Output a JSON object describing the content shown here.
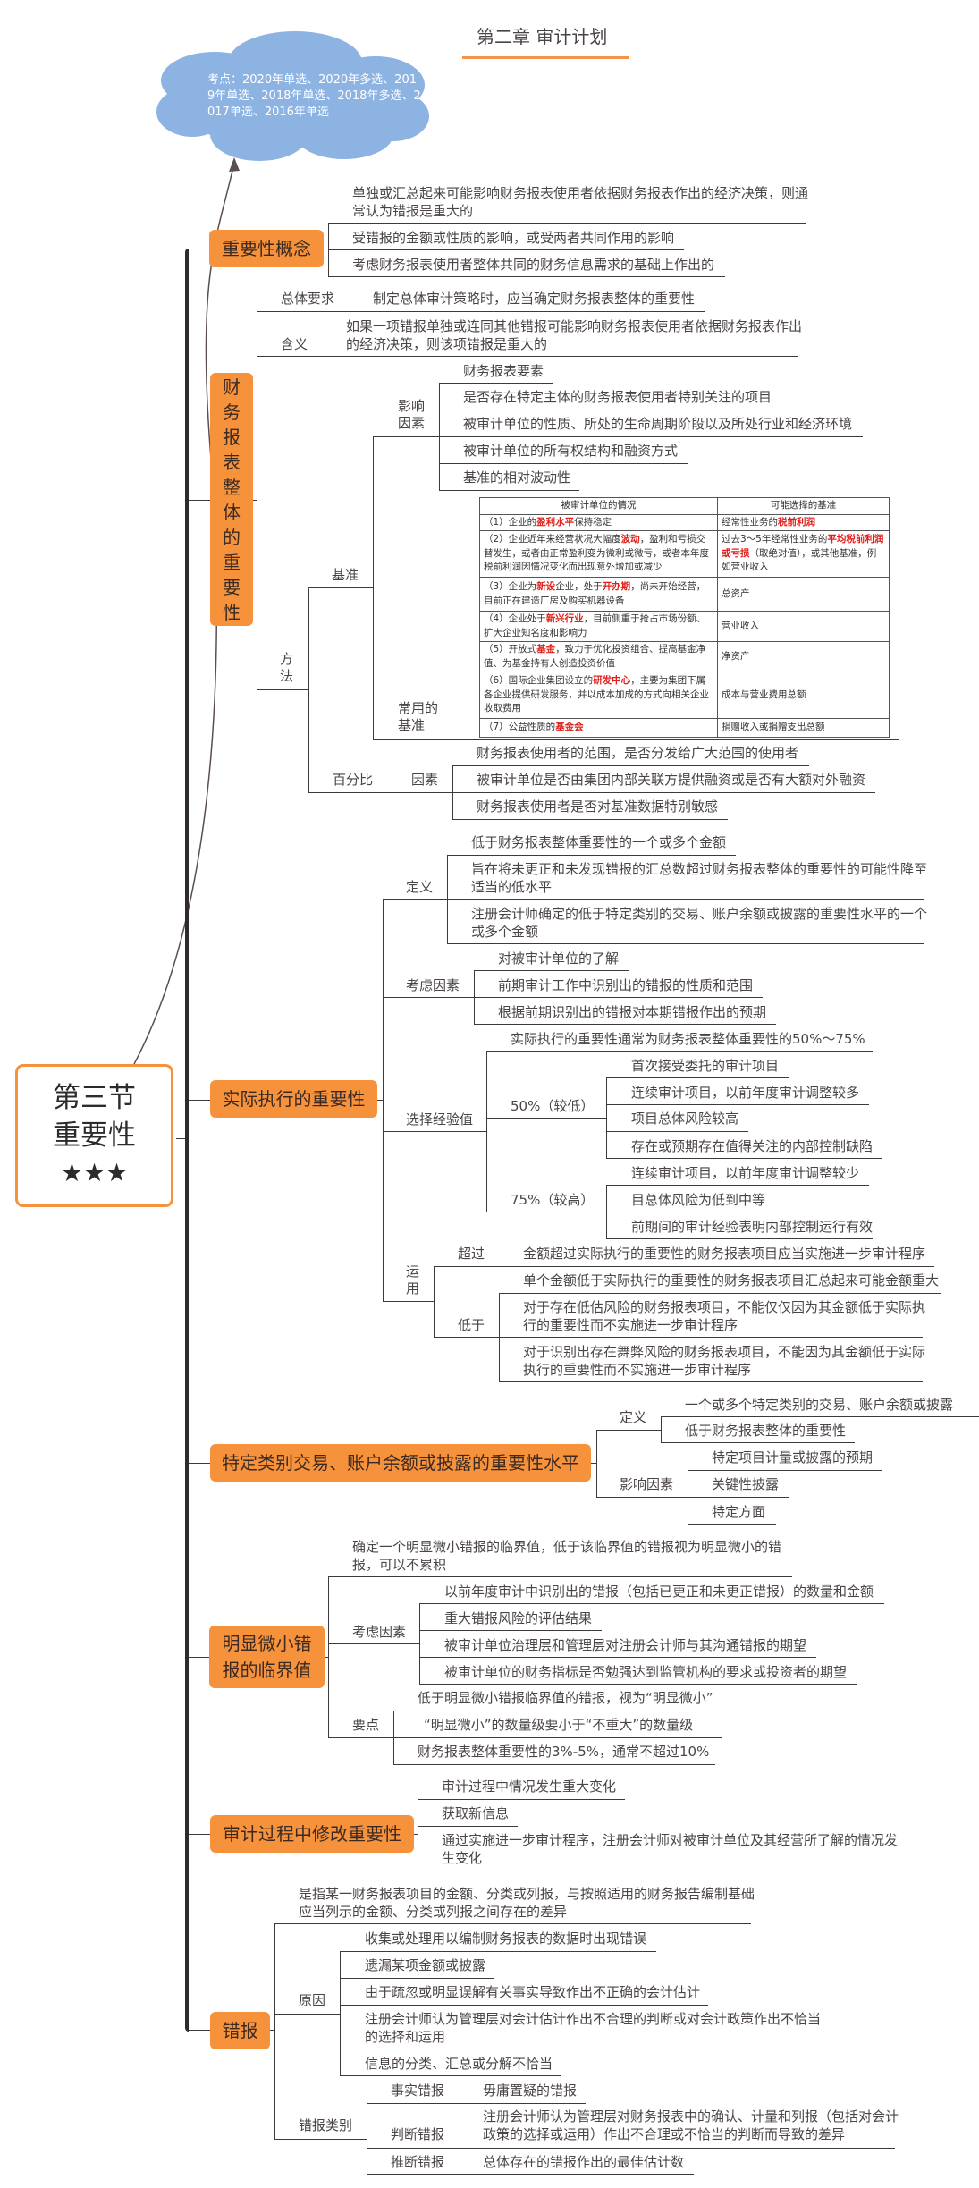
{
  "title": "第二章 审计计划",
  "cloud": {
    "text": "考点：2020年单选、2020年多选、2019年单选、2018年单选、2018年多选、2017单选、2016年单选"
  },
  "root": {
    "line1": "第三节",
    "line2": "重要性",
    "stars": "★★★"
  },
  "colors": {
    "node": "#f7923c",
    "cloud": "#8db3e2",
    "root_border": "#f7923c",
    "highlight": "#e0201a",
    "spine": "#2f2a2e"
  },
  "concept": {
    "label": "重要性概念",
    "items": [
      "单独或汇总起来可能影响财务报表使用者依据财务报表作出的经济决策，则通常认为错报是重大的",
      "受错报的金额或性质的影响，或受两者共同作用的影响",
      "考虑财务报表使用者整体共同的财务信息需求的基础上作出的"
    ]
  },
  "overall": {
    "label": "财务报表整体的重要性",
    "general": {
      "label": "总体要求",
      "text": "制定总体审计策略时，应当确定财务报表整体的重要性"
    },
    "meaning": {
      "label": "含义",
      "text": "如果一项错报单独或连同其他错报可能影响财务报表使用者依据财务报表作出的经济决策，则该项错报是重大的"
    },
    "method": {
      "label": "方法",
      "benchmark": {
        "label": "基准",
        "factors": {
          "label": "影响因素",
          "items": [
            "财务报表要素",
            "是否存在特定主体的财务报表使用者特别关注的项目",
            "被审计单位的性质、所处的生命周期阶段以及所处行业和经济环境",
            "被审计单位的所有权结构和融资方式",
            "基准的相对波动性"
          ]
        },
        "common": {
          "label": "常用的基准",
          "table": {
            "headers": [
              "被审计单位的情况",
              "可能选择的基准"
            ],
            "rows": [
              [
                [
                  {
                    "t": "（1）企业的"
                  },
                  {
                    "t": "盈利水平",
                    "red": true
                  },
                  {
                    "t": "保持稳定"
                  }
                ],
                [
                  {
                    "t": "经常性业务的"
                  },
                  {
                    "t": "税前利润",
                    "red": true
                  }
                ]
              ],
              [
                [
                  {
                    "t": "（2）企业近年来经营状况大幅度"
                  },
                  {
                    "t": "波动",
                    "red": true
                  },
                  {
                    "t": "，盈利和亏损交替发生，或者由正常盈利变为微利或微亏，或者本年度税前利润因情况变化而出现意外增加或减少"
                  }
                ],
                [
                  {
                    "t": "过去3～5年经常性业务的"
                  },
                  {
                    "t": "平均税前利润或亏损",
                    "red": true
                  },
                  {
                    "t": "（取绝对值），或其他基准，例如营业收入"
                  }
                ]
              ],
              [
                [
                  {
                    "t": "（3）企业为"
                  },
                  {
                    "t": "新设",
                    "red": true
                  },
                  {
                    "t": "企业，处于"
                  },
                  {
                    "t": "开办期",
                    "red": true
                  },
                  {
                    "t": "，尚未开始经营，目前正在建造厂房及购买机器设备"
                  }
                ],
                [
                  {
                    "t": "总资产"
                  }
                ]
              ],
              [
                [
                  {
                    "t": "（4）企业处于"
                  },
                  {
                    "t": "新兴行业",
                    "red": true
                  },
                  {
                    "t": "，目前侧重于抢占市场份额、扩大企业知名度和影响力"
                  }
                ],
                [
                  {
                    "t": "营业收入"
                  }
                ]
              ],
              [
                [
                  {
                    "t": "（5）开放式"
                  },
                  {
                    "t": "基金",
                    "red": true
                  },
                  {
                    "t": "，致力于优化投资组合、提高基金净值、为基金持有人创造投资价值"
                  }
                ],
                [
                  {
                    "t": "净资产"
                  }
                ]
              ],
              [
                [
                  {
                    "t": "（6）国际企业集团设立的"
                  },
                  {
                    "t": "研发中心",
                    "red": true
                  },
                  {
                    "t": "，主要为集团下属各企业提供研发服务，并以成本加成的方式向相关企业收取费用"
                  }
                ],
                [
                  {
                    "t": "成本与营业费用总额"
                  }
                ]
              ],
              [
                [
                  {
                    "t": "（7）公益性质的"
                  },
                  {
                    "t": "基金会",
                    "red": true
                  }
                ],
                [
                  {
                    "t": "捐赠收入或捐赠支出总额"
                  }
                ]
              ]
            ]
          }
        }
      },
      "percentage": {
        "label": "百分比",
        "factors": {
          "label": "因素",
          "items": [
            "财务报表使用者的范围，是否分发给广大范围的使用者",
            "被审计单位是否由集团内部关联方提供融资或是否有大额对外融资",
            "财务报表使用者是否对基准数据特别敏感"
          ]
        }
      }
    }
  },
  "actual": {
    "label": "实际执行的重要性",
    "definition": {
      "label": "定义",
      "items": [
        "低于财务报表整体重要性的一个或多个金额",
        "旨在将未更正和未发现错报的汇总数超过财务报表整体的重要性的可能性降至适当的低水平",
        "注册会计师确定的低于特定类别的交易、账户余额或披露的重要性水平的一个或多个金额"
      ]
    },
    "considerations": {
      "label": "考虑因素",
      "items": [
        "对被审计单位的了解",
        "前期审计工作中识别出的错报的性质和范围",
        "根据前期识别出的错报对本期错报作出的预期"
      ]
    },
    "empirical": {
      "label": "选择经验值",
      "intro": "实际执行的重要性通常为财务报表整体重要性的50%～75%",
      "low": {
        "label": "50%（较低）",
        "items": [
          "首次接受委托的审计项目",
          "连续审计项目，以前年度审计调整较多",
          "项目总体风险较高",
          "存在或预期存在值得关注的内部控制缺陷"
        ]
      },
      "high": {
        "label": "75%（较高）",
        "items": [
          "连续审计项目，以前年度审计调整较少",
          "目总体风险为低到中等",
          "前期间的审计经验表明内部控制运行有效"
        ]
      }
    },
    "application": {
      "label": "运用",
      "exceed": {
        "label": "超过",
        "text": "金额超过实际执行的重要性的财务报表项目应当实施进一步审计程序"
      },
      "below": {
        "label": "低于",
        "items": [
          "单个金额低于实际执行的重要性的财务报表项目汇总起来可能金额重大",
          "对于存在低估风险的财务报表项目，不能仅仅因为其金额低于实际执行的重要性而不实施进一步审计程序",
          "对于识别出存在舞弊风险的财务报表项目，不能因为其金额低于实际执行的重要性而不实施进一步审计程序"
        ]
      }
    }
  },
  "specific": {
    "label": "特定类别交易、账户余额或披露的重要性水平",
    "definition": {
      "label": "定义",
      "items": [
        "一个或多个特定类别的交易、账户余额或披露",
        "低于财务报表整体的重要性"
      ]
    },
    "factors": {
      "label": "影响因素",
      "items": [
        "特定项目计量或披露的预期",
        "关键性披露",
        "特定方面"
      ]
    }
  },
  "trivial": {
    "label": "明显微小错报的临界值",
    "definition": "确定一个明显微小错报的临界值，低于该临界值的错报视为明显微小的错报，可以不累积",
    "considerations": {
      "label": "考虑因素",
      "items": [
        "以前年度审计中识别出的错报（包括已更正和未更正错报）的数量和金额",
        "重大错报风险的评估结果",
        "被审计单位治理层和管理层对注册会计师与其沟通错报的期望",
        "被审计单位的财务指标是否勉强达到监管机构的要求或投资者的期望"
      ]
    },
    "points": {
      "label": "要点",
      "items": [
        "低于明显微小错报临界值的错报，视为“明显微小”",
        "“明显微小”的数量级要小于“不重大”的数量级",
        "财务报表整体重要性的3%-5%，通常不超过10%"
      ]
    }
  },
  "revise": {
    "label": "审计过程中修改重要性",
    "items": [
      "审计过程中情况发生重大变化",
      "获取新信息",
      "通过实施进一步审计程序，注册会计师对被审计单位及其经营所了解的情况发生变化"
    ]
  },
  "misstatement": {
    "label": "错报",
    "definition": "是指某一财务报表项目的金额、分类或列报，与按照适用的财务报告编制基础应当列示的金额、分类或列报之间存在的差异",
    "causes": {
      "label": "原因",
      "items": [
        "收集或处理用以编制财务报表的数据时出现错误",
        "遗漏某项金额或披露",
        "由于疏忽或明显误解有关事实导致作出不正确的会计估计",
        "注册会计师认为管理层对会计估计作出不合理的判断或对会计政策作出不恰当的选择和运用",
        "信息的分类、汇总或分解不恰当"
      ]
    },
    "types": {
      "label": "错报类别",
      "items": [
        {
          "label": "事实错报",
          "text": "毋庸置疑的错报"
        },
        {
          "label": "判断错报",
          "text": "注册会计师认为管理层对财务报表中的确认、计量和列报（包括对会计政策的选择或运用）作出不合理或不恰当的判断而导致的差异"
        },
        {
          "label": "推断错报",
          "text": "总体存在的错报作出的最佳估计数"
        }
      ]
    }
  }
}
